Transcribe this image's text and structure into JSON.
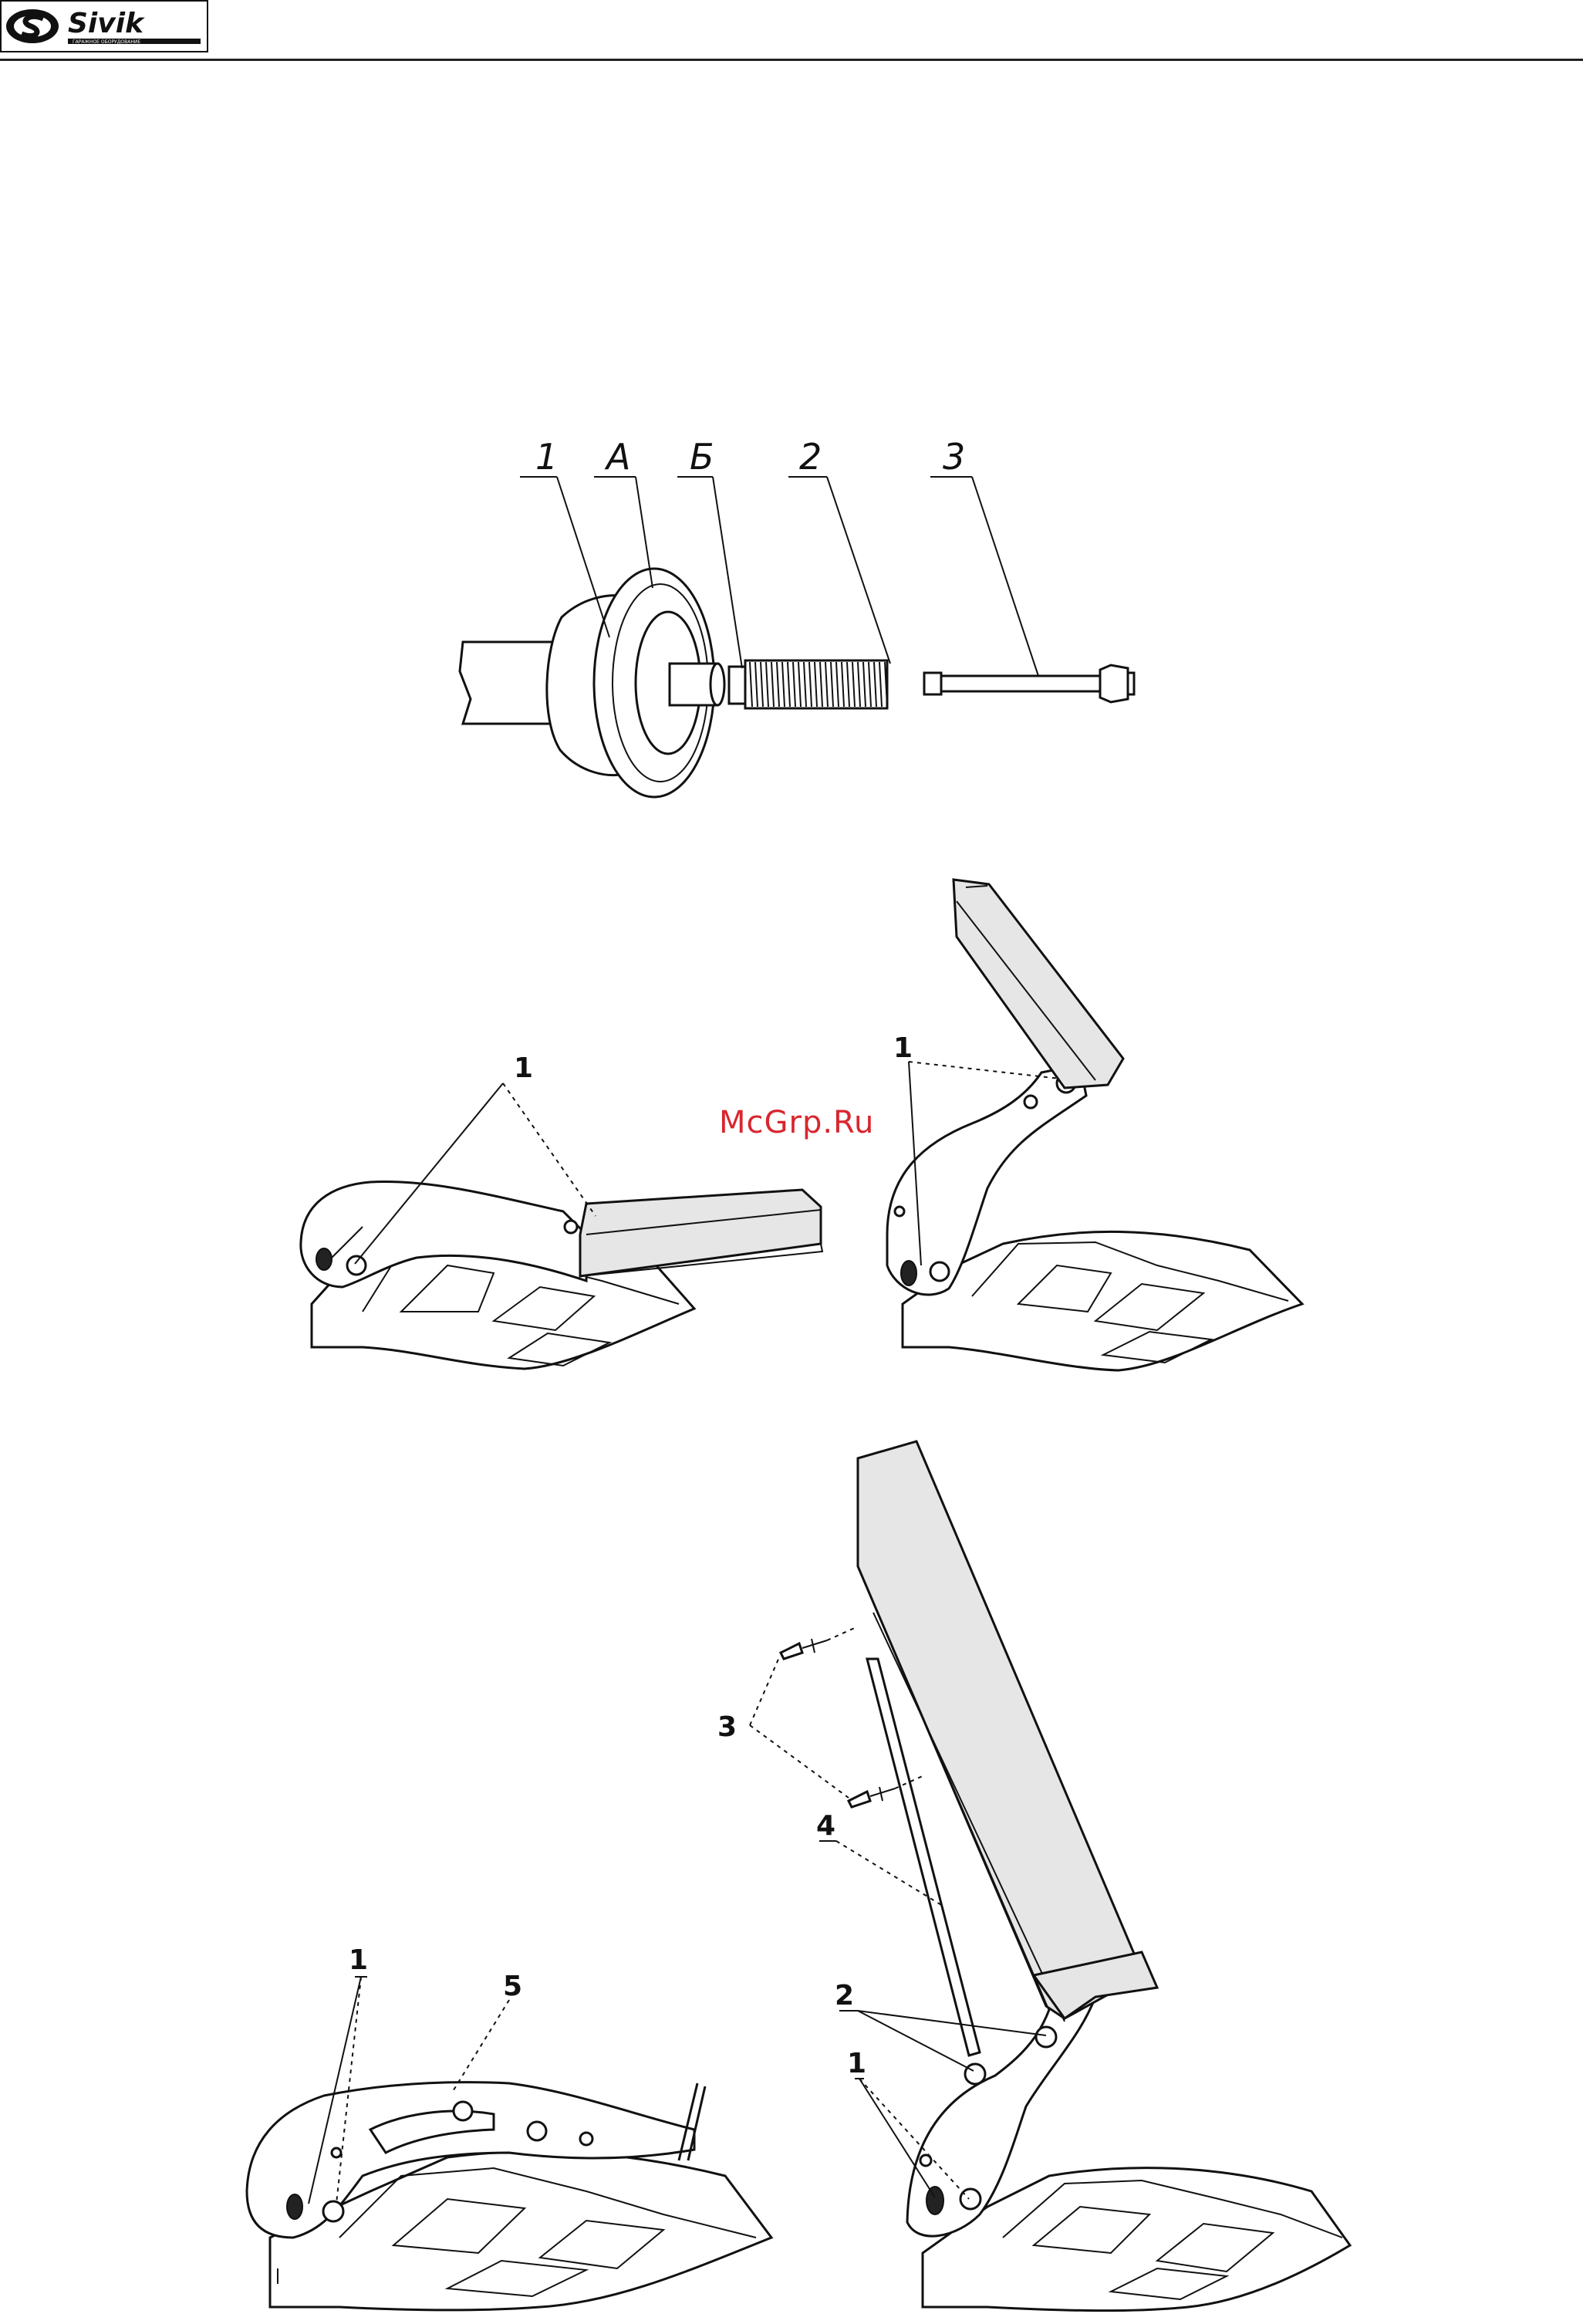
{
  "header": {
    "logo_text": "Sivik",
    "logo_tagline": "ГАРАЖНОЕ ОБОРУДОВАНИЕ"
  },
  "watermark": "McGrp.Ru",
  "figures": {
    "shaft_assembly": {
      "labels": [
        "1",
        "А",
        "Б",
        "2",
        "3"
      ]
    },
    "hood_left": {
      "labels": [
        "1"
      ]
    },
    "hood_right": {
      "labels": [
        "1"
      ]
    },
    "hood_bottom_left": {
      "labels": [
        "1",
        "5"
      ]
    },
    "hood_bottom_right": {
      "labels": [
        "3",
        "4",
        "2",
        "1"
      ]
    }
  }
}
